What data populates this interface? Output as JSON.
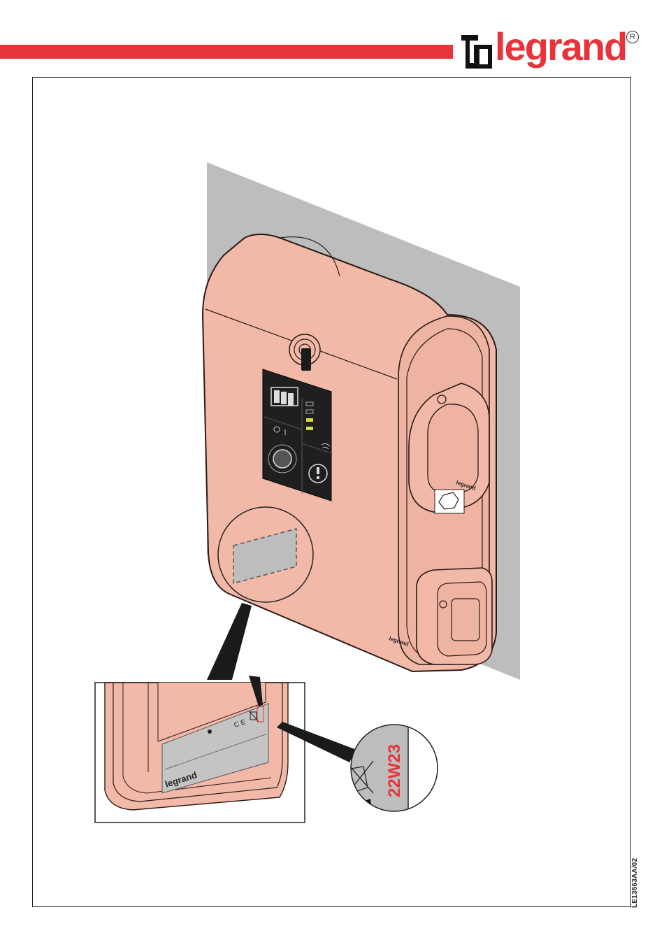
{
  "header": {
    "brand_name": "legrand",
    "registered_mark": "R",
    "accent_color": "#e8333a"
  },
  "illustration": {
    "device_color": "#f2b9a8",
    "wall_color": "#bdbdbd",
    "device_badge_label": "legrand",
    "socket_cover_label": "legrand",
    "detail_label_brand": "legrand",
    "date_code": "22W23",
    "icons": [
      "battery-icon",
      "power-icon",
      "rotary-selector-icon",
      "warning-icon",
      "wifi-icon",
      "weee-bin-icon",
      "ce-mark-icon"
    ]
  },
  "footer": {
    "document_code": "LE13563AA/02"
  }
}
